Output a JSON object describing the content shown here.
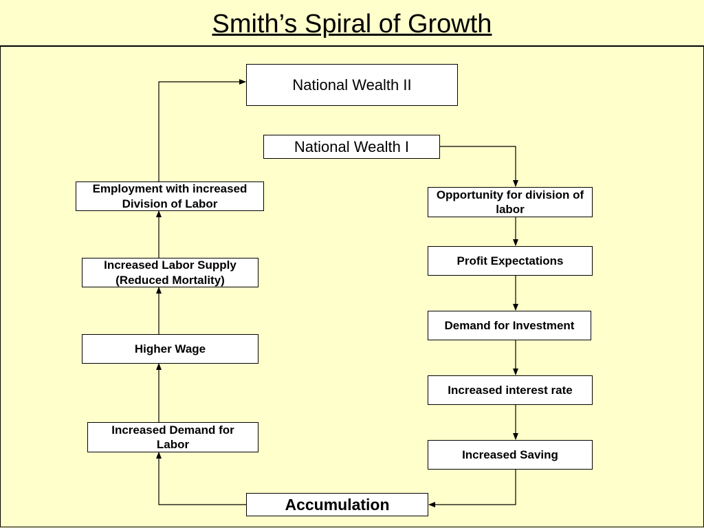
{
  "title": "Smith’s Spiral of Growth",
  "nodes": {
    "national_wealth_2": "National Wealth II",
    "national_wealth_1": "National Wealth I",
    "employment": "Employment with increased Division of Labor",
    "labor_supply": "Increased Labor Supply (Reduced Mortality)",
    "higher_wage": "Higher Wage",
    "demand_labor": "Increased Demand for Labor",
    "accumulation": "Accumulation",
    "opportunity": "Opportunity for division of labor",
    "profit": "Profit Expectations",
    "investment": "Demand for Investment",
    "interest": "Increased interest rate",
    "saving": "Increased Saving"
  },
  "colors": {
    "background": "#ffffcc",
    "box_fill": "#ffffff",
    "line": "#000000"
  }
}
